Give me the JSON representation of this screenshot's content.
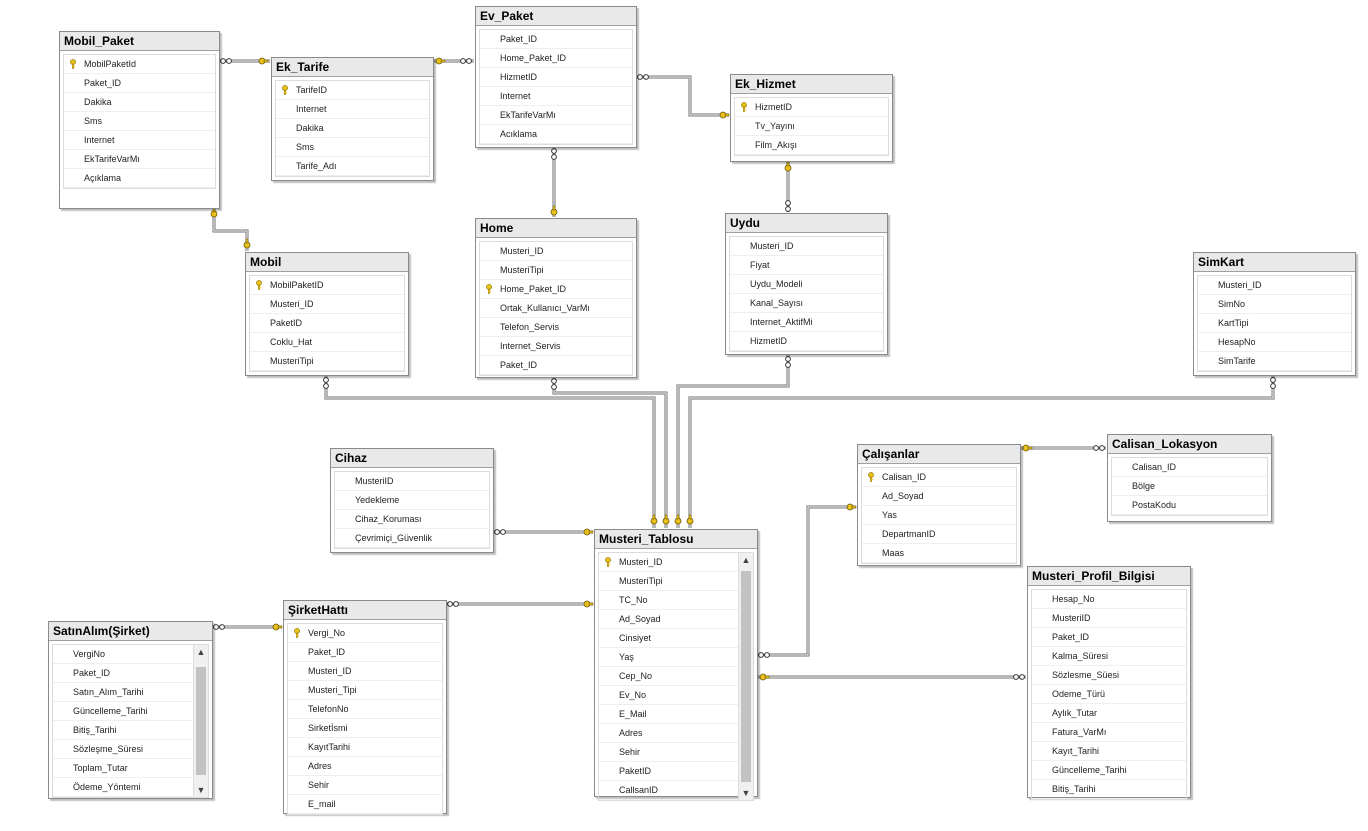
{
  "tables": {
    "mobil_paket": {
      "title": "Mobil_Paket",
      "columns": [
        {
          "name": "MobilPaketId",
          "key": true
        },
        {
          "name": "Paket_ID"
        },
        {
          "name": "Dakika"
        },
        {
          "name": "Sms"
        },
        {
          "name": "Internet"
        },
        {
          "name": "EkTarifeVarMı"
        },
        {
          "name": "Açıklama"
        }
      ]
    },
    "ek_tarife": {
      "title": "Ek_Tarife",
      "columns": [
        {
          "name": "TarifeID",
          "key": true
        },
        {
          "name": "Internet"
        },
        {
          "name": "Dakika"
        },
        {
          "name": "Sms"
        },
        {
          "name": "Tarife_Adı"
        }
      ]
    },
    "ev_paket": {
      "title": "Ev_Paket",
      "columns": [
        {
          "name": "Paket_ID"
        },
        {
          "name": "Home_Paket_ID"
        },
        {
          "name": "HizmetID"
        },
        {
          "name": "Internet"
        },
        {
          "name": "EkTarifeVarMı"
        },
        {
          "name": "Acıklama"
        }
      ]
    },
    "ek_hizmet": {
      "title": "Ek_Hizmet",
      "columns": [
        {
          "name": "HizmetID",
          "key": true
        },
        {
          "name": "Tv_Yayını"
        },
        {
          "name": "Film_Akışı"
        }
      ]
    },
    "mobil": {
      "title": "Mobil",
      "columns": [
        {
          "name": "MobilPaketID",
          "key": true
        },
        {
          "name": "Musteri_ID"
        },
        {
          "name": "PaketID"
        },
        {
          "name": "Coklu_Hat"
        },
        {
          "name": "MusteriTipi"
        }
      ]
    },
    "home": {
      "title": "Home",
      "columns": [
        {
          "name": "Musteri_ID"
        },
        {
          "name": "MusteriTipi"
        },
        {
          "name": "Home_Paket_ID",
          "key": true
        },
        {
          "name": "Ortak_Kullanıcı_VarMı"
        },
        {
          "name": "Telefon_Servis"
        },
        {
          "name": "Internet_Servis"
        },
        {
          "name": "Paket_ID"
        }
      ]
    },
    "uydu": {
      "title": "Uydu",
      "columns": [
        {
          "name": "Musteri_ID"
        },
        {
          "name": "Fiyat"
        },
        {
          "name": "Uydu_Modeli"
        },
        {
          "name": "Kanal_Sayısı"
        },
        {
          "name": "Internet_AktifMi"
        },
        {
          "name": "HizmetID"
        }
      ]
    },
    "simkart": {
      "title": "SimKart",
      "columns": [
        {
          "name": "Musteri_ID"
        },
        {
          "name": "SimNo"
        },
        {
          "name": "KartTipi"
        },
        {
          "name": "HesapNo"
        },
        {
          "name": "SimTarife"
        }
      ]
    },
    "cihaz": {
      "title": "Cihaz",
      "columns": [
        {
          "name": "MusteriID"
        },
        {
          "name": "Yedekleme"
        },
        {
          "name": "Cihaz_Koruması"
        },
        {
          "name": "Çevrimiçi_Güvenlik"
        }
      ]
    },
    "calisanlar": {
      "title": "Çalışanlar",
      "columns": [
        {
          "name": "Calisan_ID",
          "key": true
        },
        {
          "name": "Ad_Soyad"
        },
        {
          "name": "Yas"
        },
        {
          "name": "DepartmanID"
        },
        {
          "name": "Maas"
        }
      ]
    },
    "calisan_lokasyon": {
      "title": "Calisan_Lokasyon",
      "columns": [
        {
          "name": "Calisan_ID"
        },
        {
          "name": "Bölge"
        },
        {
          "name": "PostaKodu"
        }
      ]
    },
    "musteri_tablosu": {
      "title": "Musteri_Tablosu",
      "columns": [
        {
          "name": "Musteri_ID",
          "key": true
        },
        {
          "name": "MusteriTipi"
        },
        {
          "name": "TC_No"
        },
        {
          "name": "Ad_Soyad"
        },
        {
          "name": "Cinsiyet"
        },
        {
          "name": "Yaş"
        },
        {
          "name": "Cep_No"
        },
        {
          "name": "Ev_No"
        },
        {
          "name": "E_Mail"
        },
        {
          "name": "Adres"
        },
        {
          "name": "Sehir"
        },
        {
          "name": "PaketID"
        },
        {
          "name": "CallsanID"
        }
      ]
    },
    "sirket_hatti": {
      "title": "ŞirketHattı",
      "columns": [
        {
          "name": "Vergi_No",
          "key": true
        },
        {
          "name": "Paket_ID"
        },
        {
          "name": "Musteri_ID"
        },
        {
          "name": "Musteri_Tipi"
        },
        {
          "name": "TelefonNo"
        },
        {
          "name": "Sirketİsmi"
        },
        {
          "name": "KayıtTarihi"
        },
        {
          "name": "Adres"
        },
        {
          "name": "Sehir"
        },
        {
          "name": "E_mail"
        }
      ]
    },
    "satin_alim": {
      "title": "SatınAlım(Şirket)",
      "columns": [
        {
          "name": "VergiNo"
        },
        {
          "name": "Paket_ID"
        },
        {
          "name": "Satın_Alım_Tarihi"
        },
        {
          "name": "Güncelleme_Tarihi"
        },
        {
          "name": "Bitiş_Tarihi"
        },
        {
          "name": "Sözleşme_Süresi"
        },
        {
          "name": "Toplam_Tutar"
        },
        {
          "name": "Ödeme_Yöntemi"
        }
      ]
    },
    "musteri_profil": {
      "title": "Musteri_Profil_Bilgisi",
      "columns": [
        {
          "name": "Hesap_No"
        },
        {
          "name": "MusteriID"
        },
        {
          "name": "Paket_ID"
        },
        {
          "name": "Kalma_Süresi"
        },
        {
          "name": "Sözlesme_Süesi"
        },
        {
          "name": "Odeme_Türü"
        },
        {
          "name": "Aylık_Tutar"
        },
        {
          "name": "Fatura_VarMı"
        },
        {
          "name": "Kayıt_Tarihi"
        },
        {
          "name": "Güncelleme_Tarihi"
        },
        {
          "name": "Bitiş_Tarihi"
        }
      ]
    }
  },
  "colors": {
    "key_icon": "#e8c21a",
    "connector": "#707070",
    "title_bg": "#e9e9e9"
  }
}
